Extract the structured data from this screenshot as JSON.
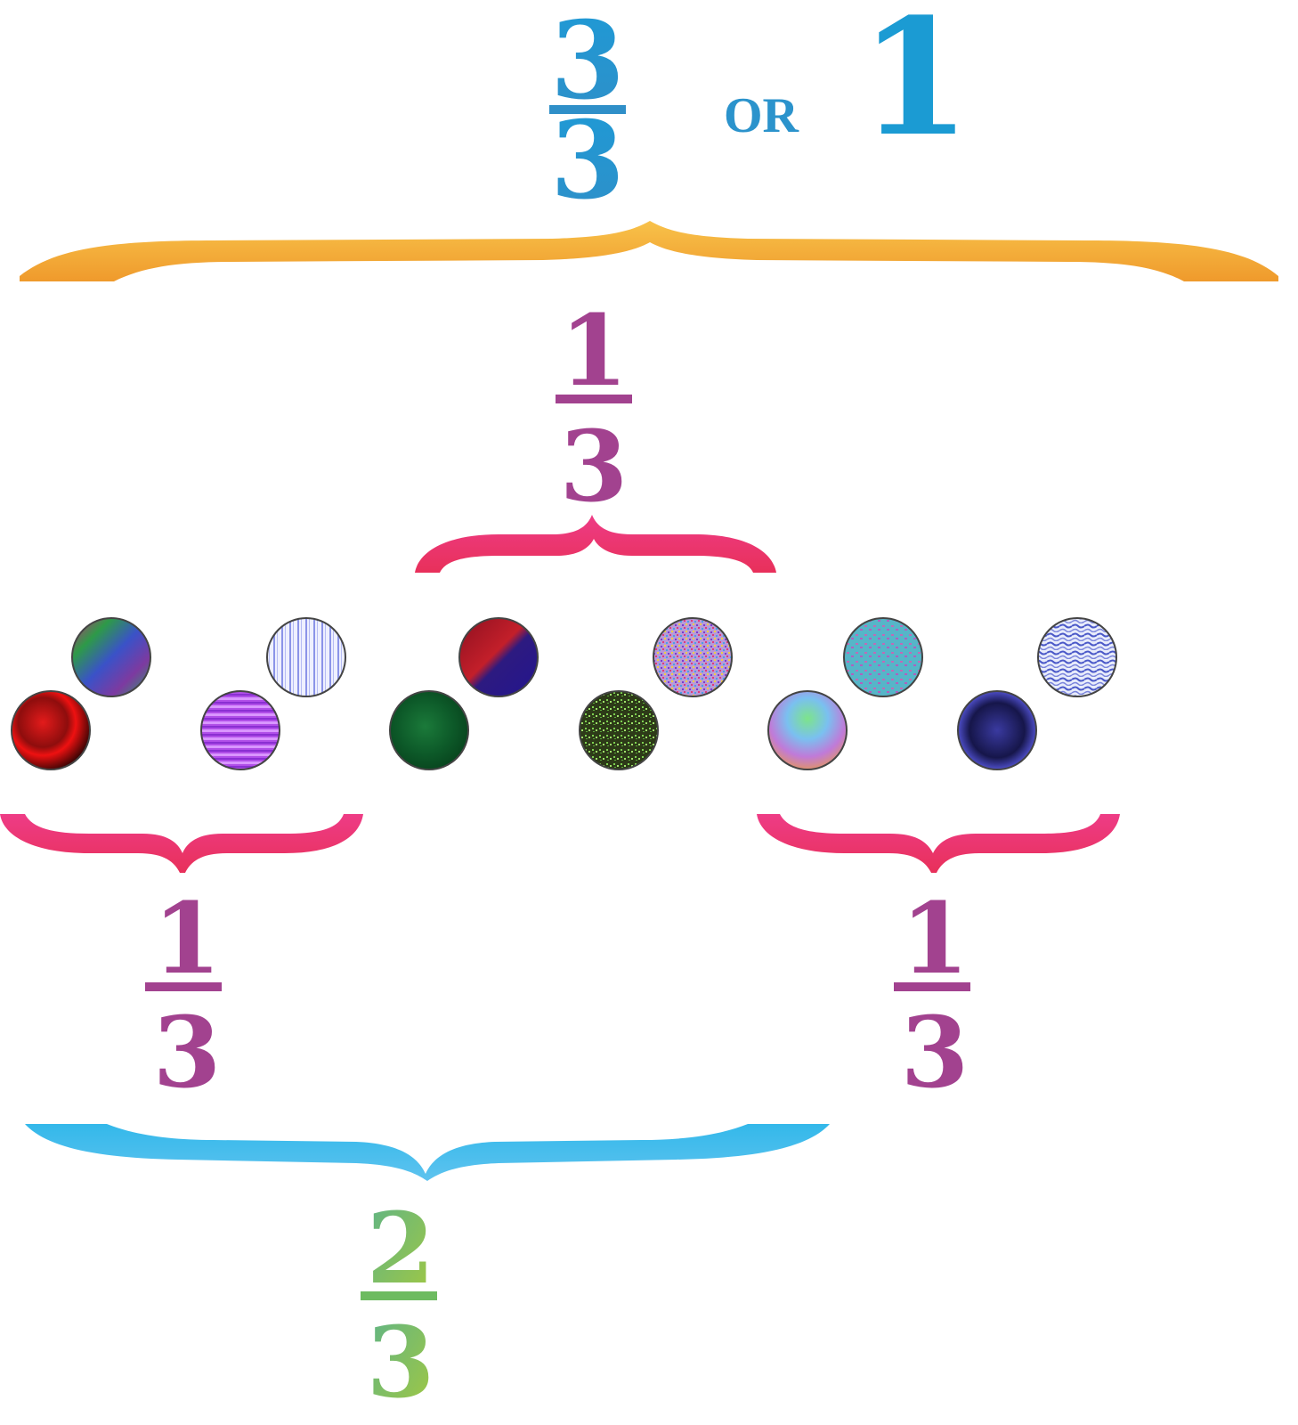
{
  "colors": {
    "whole": "#1b9bd3",
    "orange_brace": "#f4a93a",
    "third": "#a2428f",
    "pink_brace": "#e62f72",
    "blue_brace": "#3ab3e6",
    "two_thirds": "#8bc34a"
  },
  "whole": {
    "numerator": "3",
    "denominator": "3",
    "or_label": "OR",
    "one_label": "1"
  },
  "middle_third": {
    "numerator": "1",
    "denominator": "3"
  },
  "left_third": {
    "numerator": "1",
    "denominator": "3"
  },
  "right_third": {
    "numerator": "1",
    "denominator": "3"
  },
  "two_thirds": {
    "numerator": "2",
    "denominator": "3"
  },
  "balls": [
    {
      "group": "left",
      "texture": "red-black-blotch"
    },
    {
      "group": "left",
      "texture": "multicolor-noise"
    },
    {
      "group": "left",
      "texture": "purple-stripes"
    },
    {
      "group": "left",
      "texture": "lavender-vertical-stripes"
    },
    {
      "group": "middle",
      "texture": "dark-green-marble"
    },
    {
      "group": "middle",
      "texture": "red-navy-gradient"
    },
    {
      "group": "middle",
      "texture": "green-speckle"
    },
    {
      "group": "middle",
      "texture": "confetti-noise"
    },
    {
      "group": "right",
      "texture": "pastel-rainbow"
    },
    {
      "group": "right",
      "texture": "teal-pink-pattern"
    },
    {
      "group": "right",
      "texture": "navy-blotch"
    },
    {
      "group": "right",
      "texture": "blue-white-marble"
    }
  ]
}
